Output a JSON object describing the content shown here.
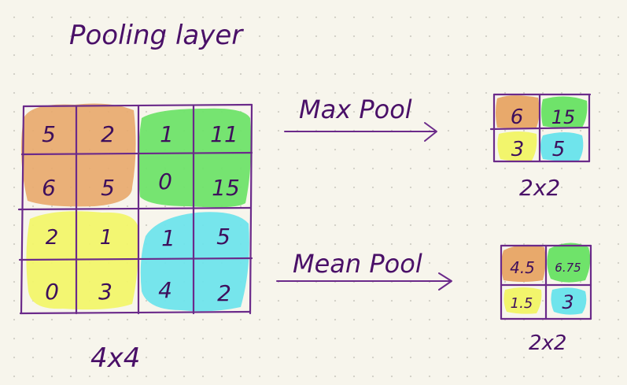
{
  "title": "Pooling layer",
  "colors": {
    "ink": "#4a1068",
    "grid": "#6b2a8a",
    "orange": "#e8a96b",
    "green": "#6fe36a",
    "yellow": "#f2f56c",
    "cyan": "#6fe4ec"
  },
  "input": {
    "size_label": "4x4",
    "cells": [
      [
        "5",
        "2",
        "1",
        "11"
      ],
      [
        "6",
        "5",
        "0",
        "15"
      ],
      [
        "2",
        "1",
        "1",
        "5"
      ],
      [
        "0",
        "3",
        "4",
        "2"
      ]
    ],
    "quadrant_colors": [
      "orange",
      "green",
      "yellow",
      "cyan"
    ]
  },
  "max_pool": {
    "label": "Max Pool",
    "size_label": "2x2",
    "cells": [
      [
        "6",
        "15"
      ],
      [
        "3",
        "5"
      ]
    ]
  },
  "mean_pool": {
    "label": "Mean Pool",
    "size_label": "2x2",
    "cells": [
      [
        "4.5",
        "6.75"
      ],
      [
        "1.5",
        "3"
      ]
    ]
  }
}
